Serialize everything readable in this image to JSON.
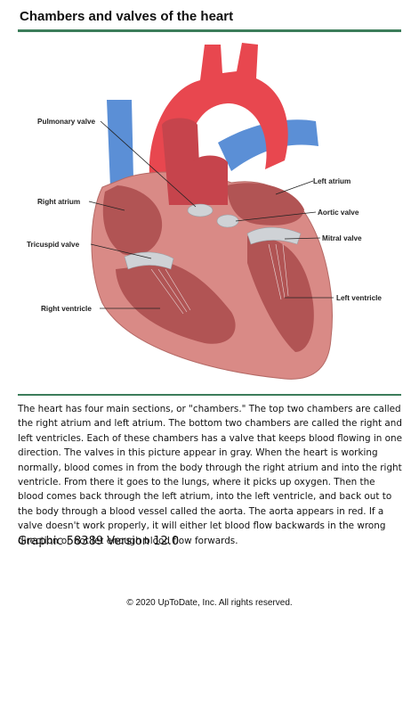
{
  "page": {
    "title": "Chambers and valves of the heart",
    "description": "The heart has four main sections, or \"chambers.\" The top two chambers are called the right atrium and left atrium. The bottom two chambers are called the right and left ventricles. Each of these chambers has a valve that keeps blood flowing in one direction. The valves in this picture appear in gray. When the heart is working normally, blood comes in from the body through the right atrium and into the right ventricle. From there it goes to the lungs, where it picks up oxygen. Then the blood comes back through the left atrium, into the left ventricle, and back out to the body through a blood vessel called the aorta. The aorta appears in red. If a valve doesn't work properly, it will either let blood flow backwards in the wrong direction or not let enough blood flow forwards.",
    "graphic_id": "Graphic 58389 Version 12.0",
    "copyright": "© 2020 UpToDate, Inc. All rights reserved."
  },
  "figure": {
    "labels": {
      "pulmonary_valve": "Pulmonary valve",
      "right_atrium": "Right atrium",
      "tricuspid_valve": "Tricuspid valve",
      "right_ventricle": "Right ventricle",
      "left_atrium": "Left atrium",
      "aortic_valve": "Aortic valve",
      "mitral_valve": "Mitral valve",
      "left_ventricle": "Left ventricle"
    },
    "colors": {
      "aorta": "#e8474f",
      "vena_cava": "#5b8fd6",
      "muscle": "#d98a86",
      "chamber": "#b15454",
      "valve": "#cfd2d6"
    }
  }
}
